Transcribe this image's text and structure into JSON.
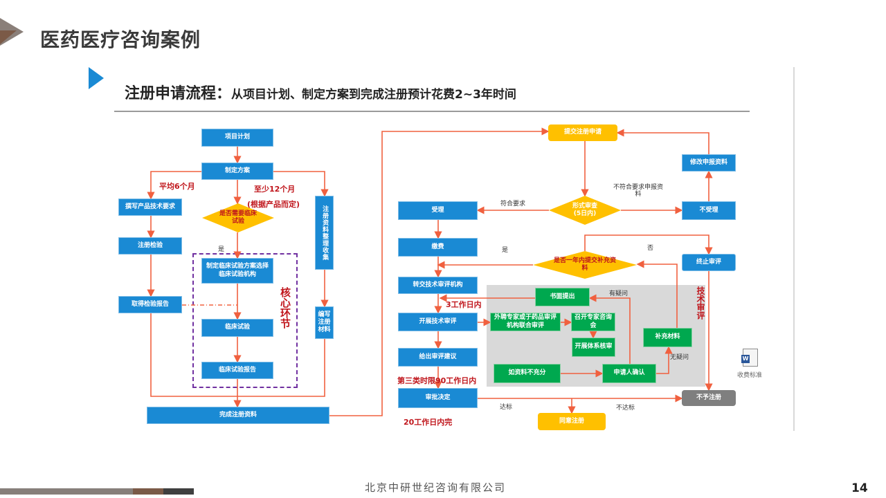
{
  "slide": {
    "title": "医药医疗咨询案例"
  },
  "flow": {
    "title": "注册申请流程：",
    "subtitle": "从项目计划、制定方案到完成注册预计花费2~3年时间"
  },
  "nodes": {
    "project_plan": "项目计划",
    "make_plan": "制定方案",
    "write_tech_req": "撰写产品技术要求",
    "reg_test": "注册检验",
    "get_test_report": "取得检验报告",
    "need_clinical": "是否需要临床试验",
    "clinical_plan": "制定临床试验方案选择临床试验机构",
    "clinical_trial": "临床试验",
    "clinical_report": "临床试验报告",
    "collect_docs": "注册资料整理收集",
    "write_docs": "编写注册材料",
    "complete_docs": "完成注册资料",
    "submit": "提交注册申请",
    "revise": "修改申报资料",
    "formal_review": "形式审查\n(5日内)",
    "accept": "受理",
    "reject": "不受理",
    "pay": "缴费",
    "supplement_q": "是否一年内提交补充资料",
    "terminate": "终止审评",
    "transfer": "转交技术审评机构",
    "written": "书面提出",
    "external": "外聘专家或于药品审评机构联合审评",
    "expert_meeting": "召开专家咨询会",
    "system_audit": "开展体系核审",
    "supplement_mat": "补充材料",
    "insufficient": "如资料不充分",
    "applicant_confirm": "申请人确认",
    "tech_review": "开展技术审评",
    "give_advice": "给出审评建议",
    "approval": "审批决定",
    "not_register": "不予注册",
    "agree_register": "同意注册"
  },
  "labels": {
    "avg6": "平均6个月",
    "min12": "至少12个月",
    "depends": "(根据产品而定)",
    "yes1": "是",
    "core": "核心环节",
    "meets": "符合要求",
    "not_meets": "不符合要求申报资料",
    "yes2": "是",
    "no2": "否",
    "days3": "3工作日内",
    "days90": "第三类时限90工作日内",
    "days20": "20工作日内完",
    "pass": "达标",
    "fail": "不达标",
    "doubt": "有疑问",
    "no_doubt": "无疑问",
    "tech_review": "技术审评"
  },
  "attachment": {
    "icon": "word-document-icon",
    "label": "收费标准"
  },
  "footer": {
    "company": "北京中研世纪咨询有限公司",
    "page": "14"
  },
  "colors": {
    "blue": "#1a8ad4",
    "green": "#00a84f",
    "yellow": "#ffc000",
    "arrow": "#f0603f",
    "red_text": "#c0161c"
  }
}
